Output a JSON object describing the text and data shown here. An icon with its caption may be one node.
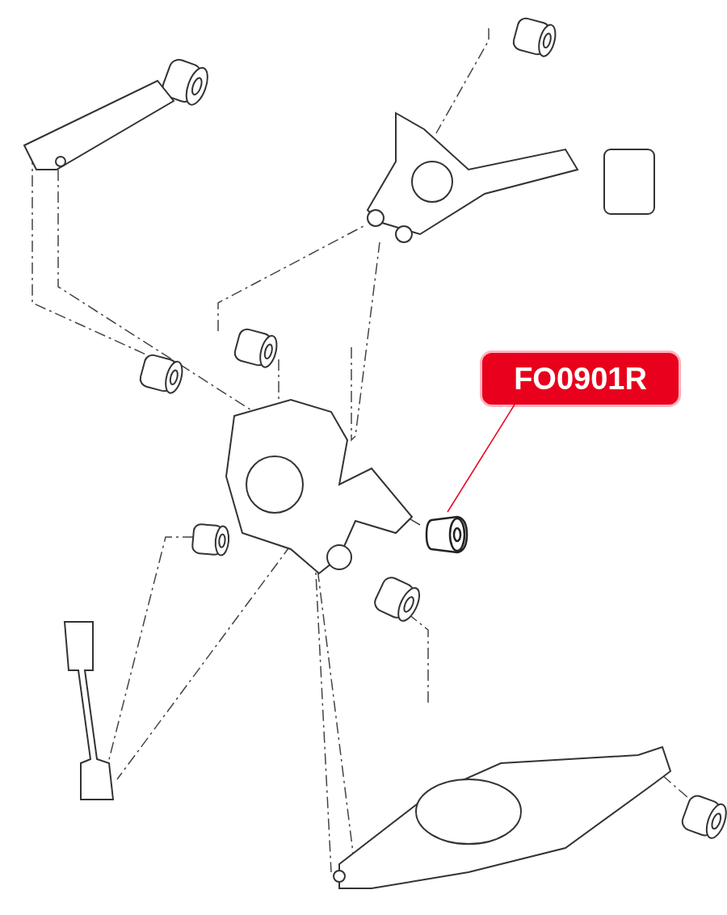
{
  "diagram": {
    "nodes": [
      {
        "text": [
          "FO0901R"
        ]
      },
      {
        "text": [],
        "shape": "picture"
      }
    ],
    "edges": [
      {
        "from": 0,
        "to": 1,
        "arrow": "none"
      }
    ]
  }
}
